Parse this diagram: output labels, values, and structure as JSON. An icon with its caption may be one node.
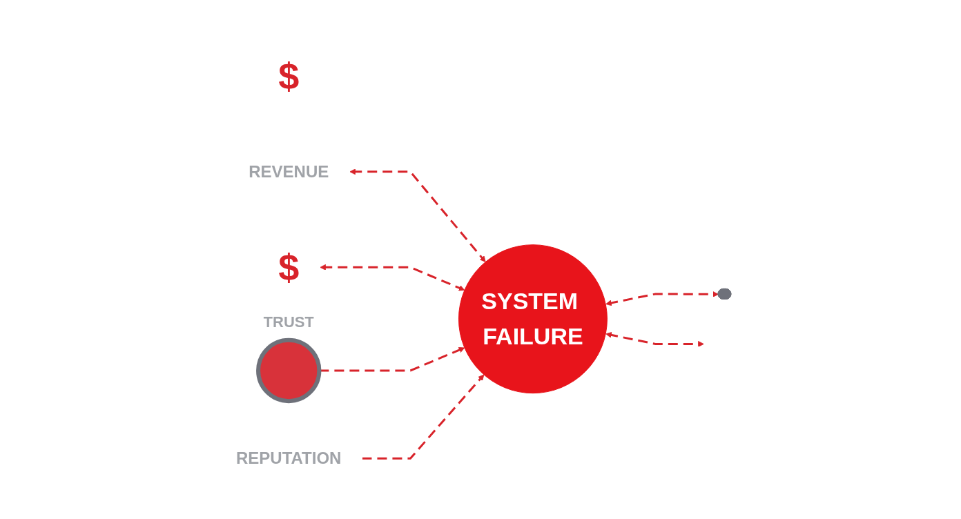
{
  "diagram": {
    "nodes": [
      {
        "text": [
          "SYSTEM FAILURE"
        ]
      },
      {
        "text": [
          "$"
        ]
      },
      {
        "text": [
          "REVENUE"
        ]
      },
      {
        "text": [
          "$"
        ]
      },
      {
        "text": [],
        "shape": "heart",
        "beside": [
          "TRUST"
        ]
      },
      {
        "text": [],
        "shape": "hand"
      },
      {
        "text": [
          "REPUTATION"
        ]
      }
    ],
    "edges": [
      {
        "from": 2,
        "to": 0,
        "arrow": "both",
        "style": "dashed"
      },
      {
        "from": 3,
        "to": 0,
        "arrow": "both",
        "style": "dashed"
      },
      {
        "from": 4,
        "to": 0,
        "arrow": "to",
        "style": "dashed"
      },
      {
        "from": 0,
        "to": 5,
        "arrow": "both",
        "style": "dashed"
      },
      {
        "from": 6,
        "to": 0,
        "arrow": "to",
        "style": "dashed"
      },
      {
        "from": 0,
        "to": null,
        "arrow": "both",
        "style": "dashed"
      }
    ]
  }
}
